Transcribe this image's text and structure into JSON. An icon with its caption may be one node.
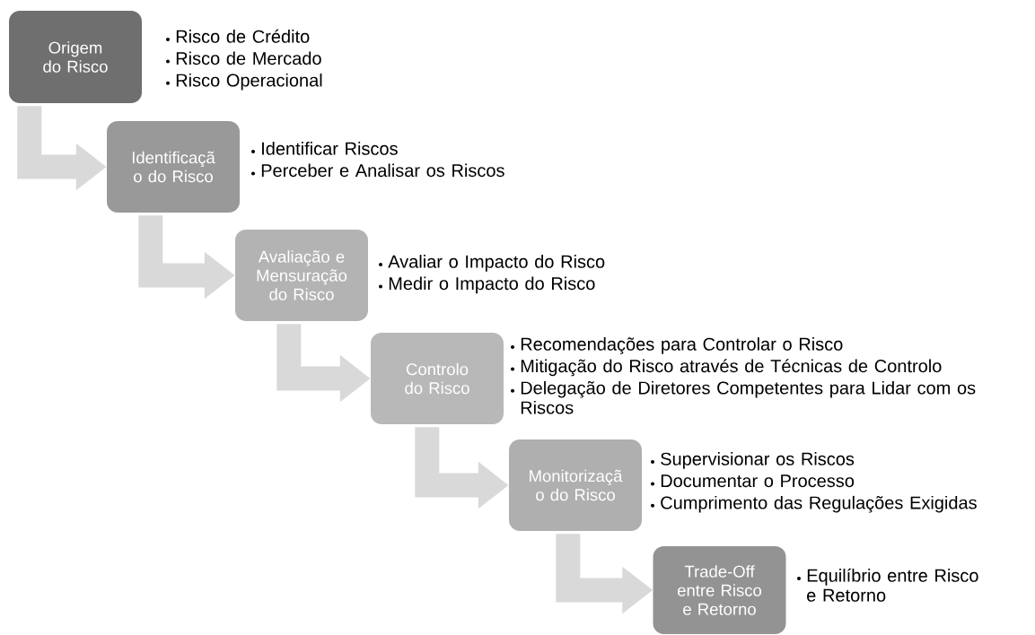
{
  "diagram": {
    "nodes": [
      {
        "text": [
          "Origem do Risco"
        ],
        "beside": [
          "Risco de Crédito",
          "Risco de Mercado",
          "Risco Operacional"
        ]
      },
      {
        "text": [
          "Identificaçã o do Risco"
        ],
        "beside": [
          "Identificar Riscos",
          "Perceber e Analisar os Riscos"
        ]
      },
      {
        "text": [
          "Avaliação e Mensuração do Risco"
        ],
        "beside": [
          "Avaliar o Impacto do Risco",
          "Medir o Impacto do Risco"
        ]
      },
      {
        "text": [
          "Controlo do Risco"
        ],
        "beside": [
          "Recomendações para Controlar o Risco",
          "Mitigação do Risco através de Técnicas de Controlo",
          "Delegação de Diretores Competentes para Lidar com os Riscos"
        ]
      },
      {
        "text": [
          "Monitorizaçã o do Risco"
        ],
        "beside": [
          "Supervisionar os Riscos",
          "Documentar o Processo",
          "Cumprimento das Regulações Exigidas"
        ]
      },
      {
        "text": [
          "Trade-Off entre Risco e Retorno"
        ],
        "beside": [
          "Equilíbrio entre Risco e Retorno"
        ]
      }
    ],
    "edges": [
      {
        "from": 0,
        "to": 1,
        "arrow": "to"
      },
      {
        "from": 1,
        "to": 2,
        "arrow": "to"
      },
      {
        "from": 2,
        "to": 3,
        "arrow": "to"
      },
      {
        "from": 3,
        "to": 4,
        "arrow": "to"
      },
      {
        "from": 4,
        "to": 5,
        "arrow": "to"
      }
    ]
  }
}
